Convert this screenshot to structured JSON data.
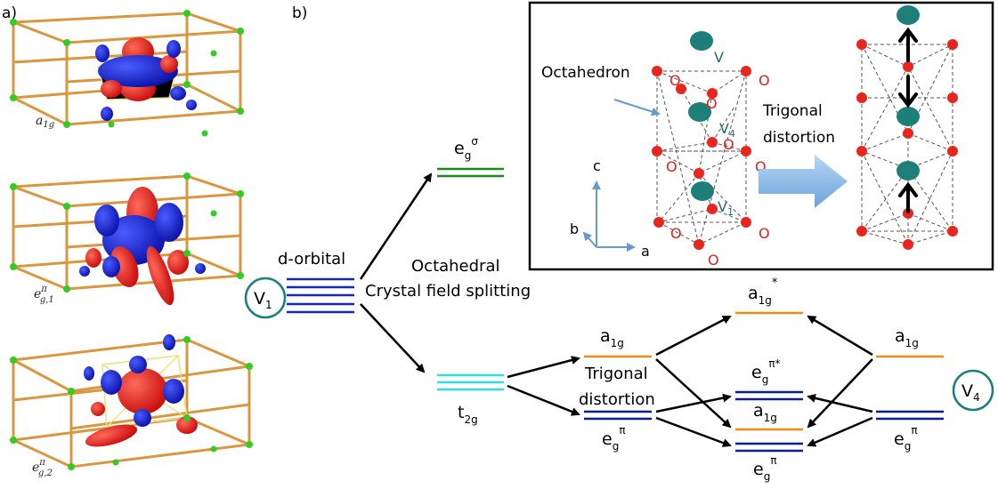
{
  "panels": {
    "a": "a)",
    "b": "b)"
  },
  "orbitals": {
    "a1g": {
      "base": "a",
      "sub": "1g"
    },
    "eg1": {
      "base": "e",
      "sup": "π",
      "sub": "g,1"
    },
    "eg2": {
      "base": "e",
      "sup": "π",
      "sub": "g,2"
    }
  },
  "inset": {
    "octahedron": "Octahedron",
    "v": "V",
    "v4": "V",
    "v4_sub": "4",
    "v1": "V",
    "v1_sub": "1",
    "o": "O",
    "trigonal": "Trigonal",
    "distortion": "distortion",
    "axes": {
      "c": "c",
      "b": "b",
      "a": "a"
    }
  },
  "levels": {
    "d_orbital": "d-orbital",
    "v1_base": "V",
    "v1_sub": "1",
    "v4_base": "V",
    "v4_sub": "4",
    "crystal_line1": "Octahedral",
    "crystal_line2": "Crystal field splitting",
    "egsig": {
      "base": "e",
      "sub": "g",
      "sup": "σ"
    },
    "t2g": {
      "base": "t",
      "sub": "2g"
    },
    "a1g_mid": {
      "base": "a",
      "sub": "1g"
    },
    "trig1": "Trigonal",
    "trig2": "distortion",
    "eg_mid": {
      "base": "e",
      "sub": "g",
      "sup": "π"
    },
    "a1g_star": {
      "base": "a",
      "sub": "1g",
      "sup": "*"
    },
    "eg_pi_star": {
      "base": "e",
      "sub": "g",
      "sup": "π*"
    },
    "a1g_c": {
      "base": "a",
      "sub": "1g"
    },
    "eg_c": {
      "base": "e",
      "sub": "g",
      "sup": "π"
    },
    "a1g_right": {
      "base": "a",
      "sub": "1g"
    },
    "eg_right": {
      "base": "e",
      "sub": "g",
      "sup": "π"
    }
  },
  "colors": {
    "d_levels": "#1428b4",
    "eg_sigma": "#1a8a1a",
    "t2g": "#33dde6",
    "a1g_levels": "#f08a1a",
    "eg_pi_levels": "#0b1e8c",
    "oxygen": "#e8261f",
    "vanadium": "#1e7f78",
    "arrow_blue": "#8ab8e6"
  }
}
